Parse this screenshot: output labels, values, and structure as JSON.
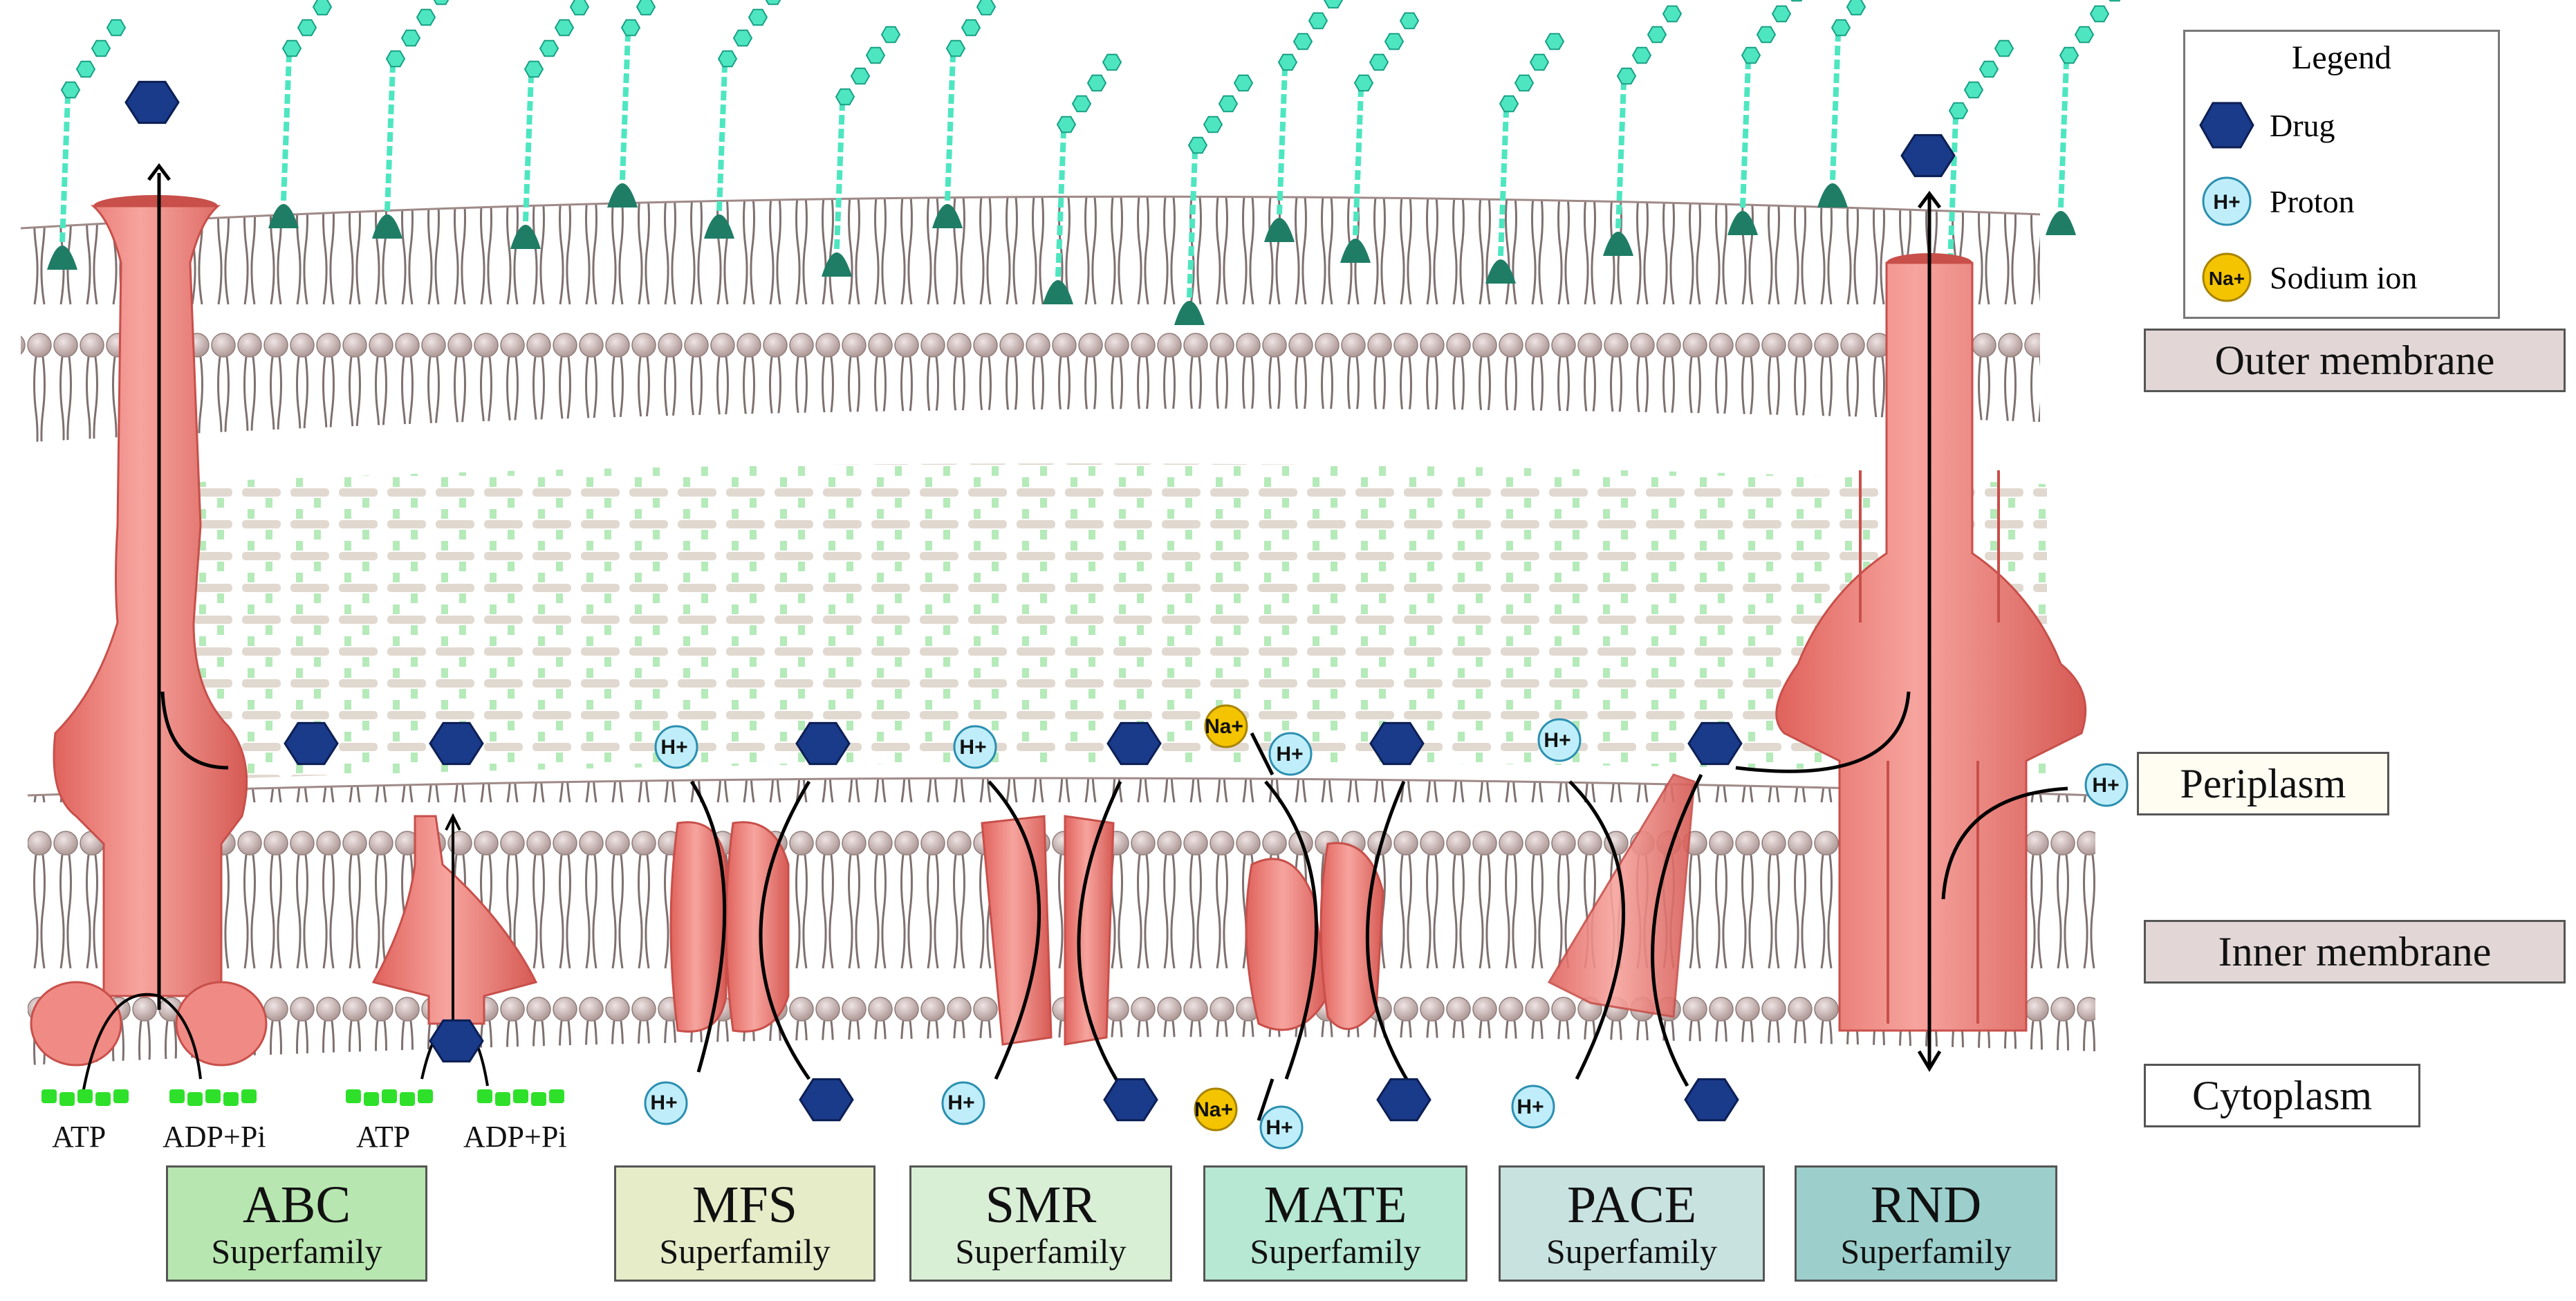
{
  "legend": {
    "title": "Legend",
    "items": [
      {
        "label": "Drug",
        "symbol": "drug",
        "color": "#1a3a8a"
      },
      {
        "label": "Proton",
        "symbol": "H+",
        "color": "#bfeefa"
      },
      {
        "label": "Sodium ion",
        "symbol": "Na+",
        "color": "#f4c400"
      }
    ]
  },
  "regions": {
    "outer": "Outer membrane",
    "periplasm": "Periplasm",
    "inner": "Inner membrane",
    "cytoplasm": "Cytoplasm"
  },
  "ion_symbols": {
    "proton": "H+",
    "sodium": "Na+"
  },
  "energy_labels": {
    "atp": "ATP",
    "adp": "ADP+Pi"
  },
  "families": [
    {
      "name": "ABC",
      "sub": "Superfamily",
      "color": "#b8e6b0"
    },
    {
      "name": "MFS",
      "sub": "Superfamily",
      "color": "#e6ecc8"
    },
    {
      "name": "SMR",
      "sub": "Superfamily",
      "color": "#d8efd6"
    },
    {
      "name": "MATE",
      "sub": "Superfamily",
      "color": "#b6e8d4"
    },
    {
      "name": "PACE",
      "sub": "Superfamily",
      "color": "#c8e2e0"
    },
    {
      "name": "RND",
      "sub": "Superfamily",
      "color": "#9ccfcc"
    }
  ],
  "colors": {
    "transporter": "#f08a84",
    "transporter_dark": "#c84f4a",
    "lipid_head": "#c9b5b5",
    "lipid_tail": "#7f7070",
    "lps_chain": "#4ee6c0",
    "peptidoglycan": "#9fe0a5",
    "drug": "#1a3a8a",
    "proton": "#bfeefa",
    "sodium": "#f4c400",
    "atp": "#2ee02a"
  }
}
